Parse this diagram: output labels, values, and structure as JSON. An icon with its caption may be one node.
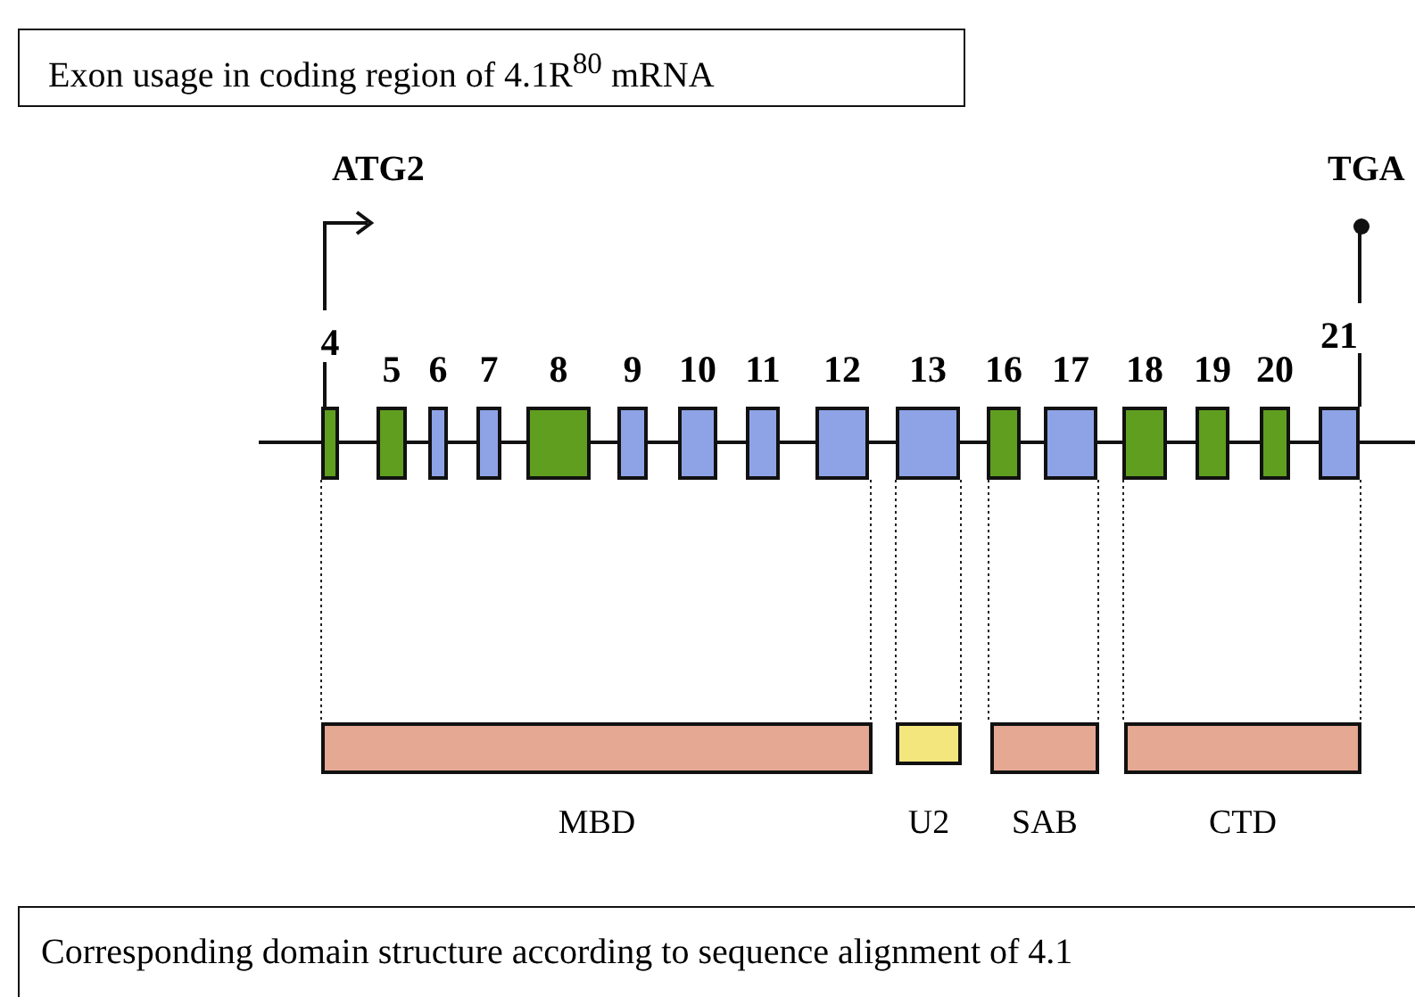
{
  "diagram": {
    "title": "Exon usage in coding region of 4.1R$^{80}$ mRNA",
    "caption": "Corresponding domain structure according to sequence alignment of 4.1",
    "nodes": [
      {
        "text": [
          "4"
        ]
      },
      {
        "text": [
          "5"
        ]
      },
      {
        "text": [
          "6"
        ]
      },
      {
        "text": [
          "7"
        ]
      },
      {
        "text": [
          "8"
        ]
      },
      {
        "text": [
          "9"
        ]
      },
      {
        "text": [
          "10"
        ]
      },
      {
        "text": [
          "11"
        ]
      },
      {
        "text": [
          "12"
        ]
      },
      {
        "text": [
          "13"
        ]
      },
      {
        "text": [
          "16"
        ]
      },
      {
        "text": [
          "17"
        ]
      },
      {
        "text": [
          "18"
        ]
      },
      {
        "text": [
          "19"
        ]
      },
      {
        "text": [
          "20"
        ]
      },
      {
        "text": [
          "21"
        ]
      },
      {
        "text": [
          "MBD"
        ]
      },
      {
        "text": [
          "U2"
        ]
      },
      {
        "text": [
          "SAB"
        ]
      },
      {
        "text": [
          "CTD"
        ]
      }
    ],
    "edges": [
      {
        "from": 0,
        "to": 16,
        "arrow": "none",
        "style": "dashed"
      },
      {
        "from": 8,
        "to": 16,
        "arrow": "none",
        "style": "dashed"
      },
      {
        "from": 9,
        "to": 17,
        "arrow": "none",
        "style": "dashed"
      },
      {
        "from": 9,
        "to": 17,
        "arrow": "none",
        "style": "dashed"
      },
      {
        "from": 10,
        "to": 18,
        "arrow": "none",
        "style": "dashed"
      },
      {
        "from": 11,
        "to": 18,
        "arrow": "none",
        "style": "dashed"
      },
      {
        "from": 12,
        "to": 19,
        "arrow": "none",
        "style": "dashed"
      },
      {
        "from": 15,
        "to": 19,
        "arrow": "none",
        "style": "dashed"
      }
    ],
    "labels": [
      "ATG2",
      "TGA"
    ]
  }
}
